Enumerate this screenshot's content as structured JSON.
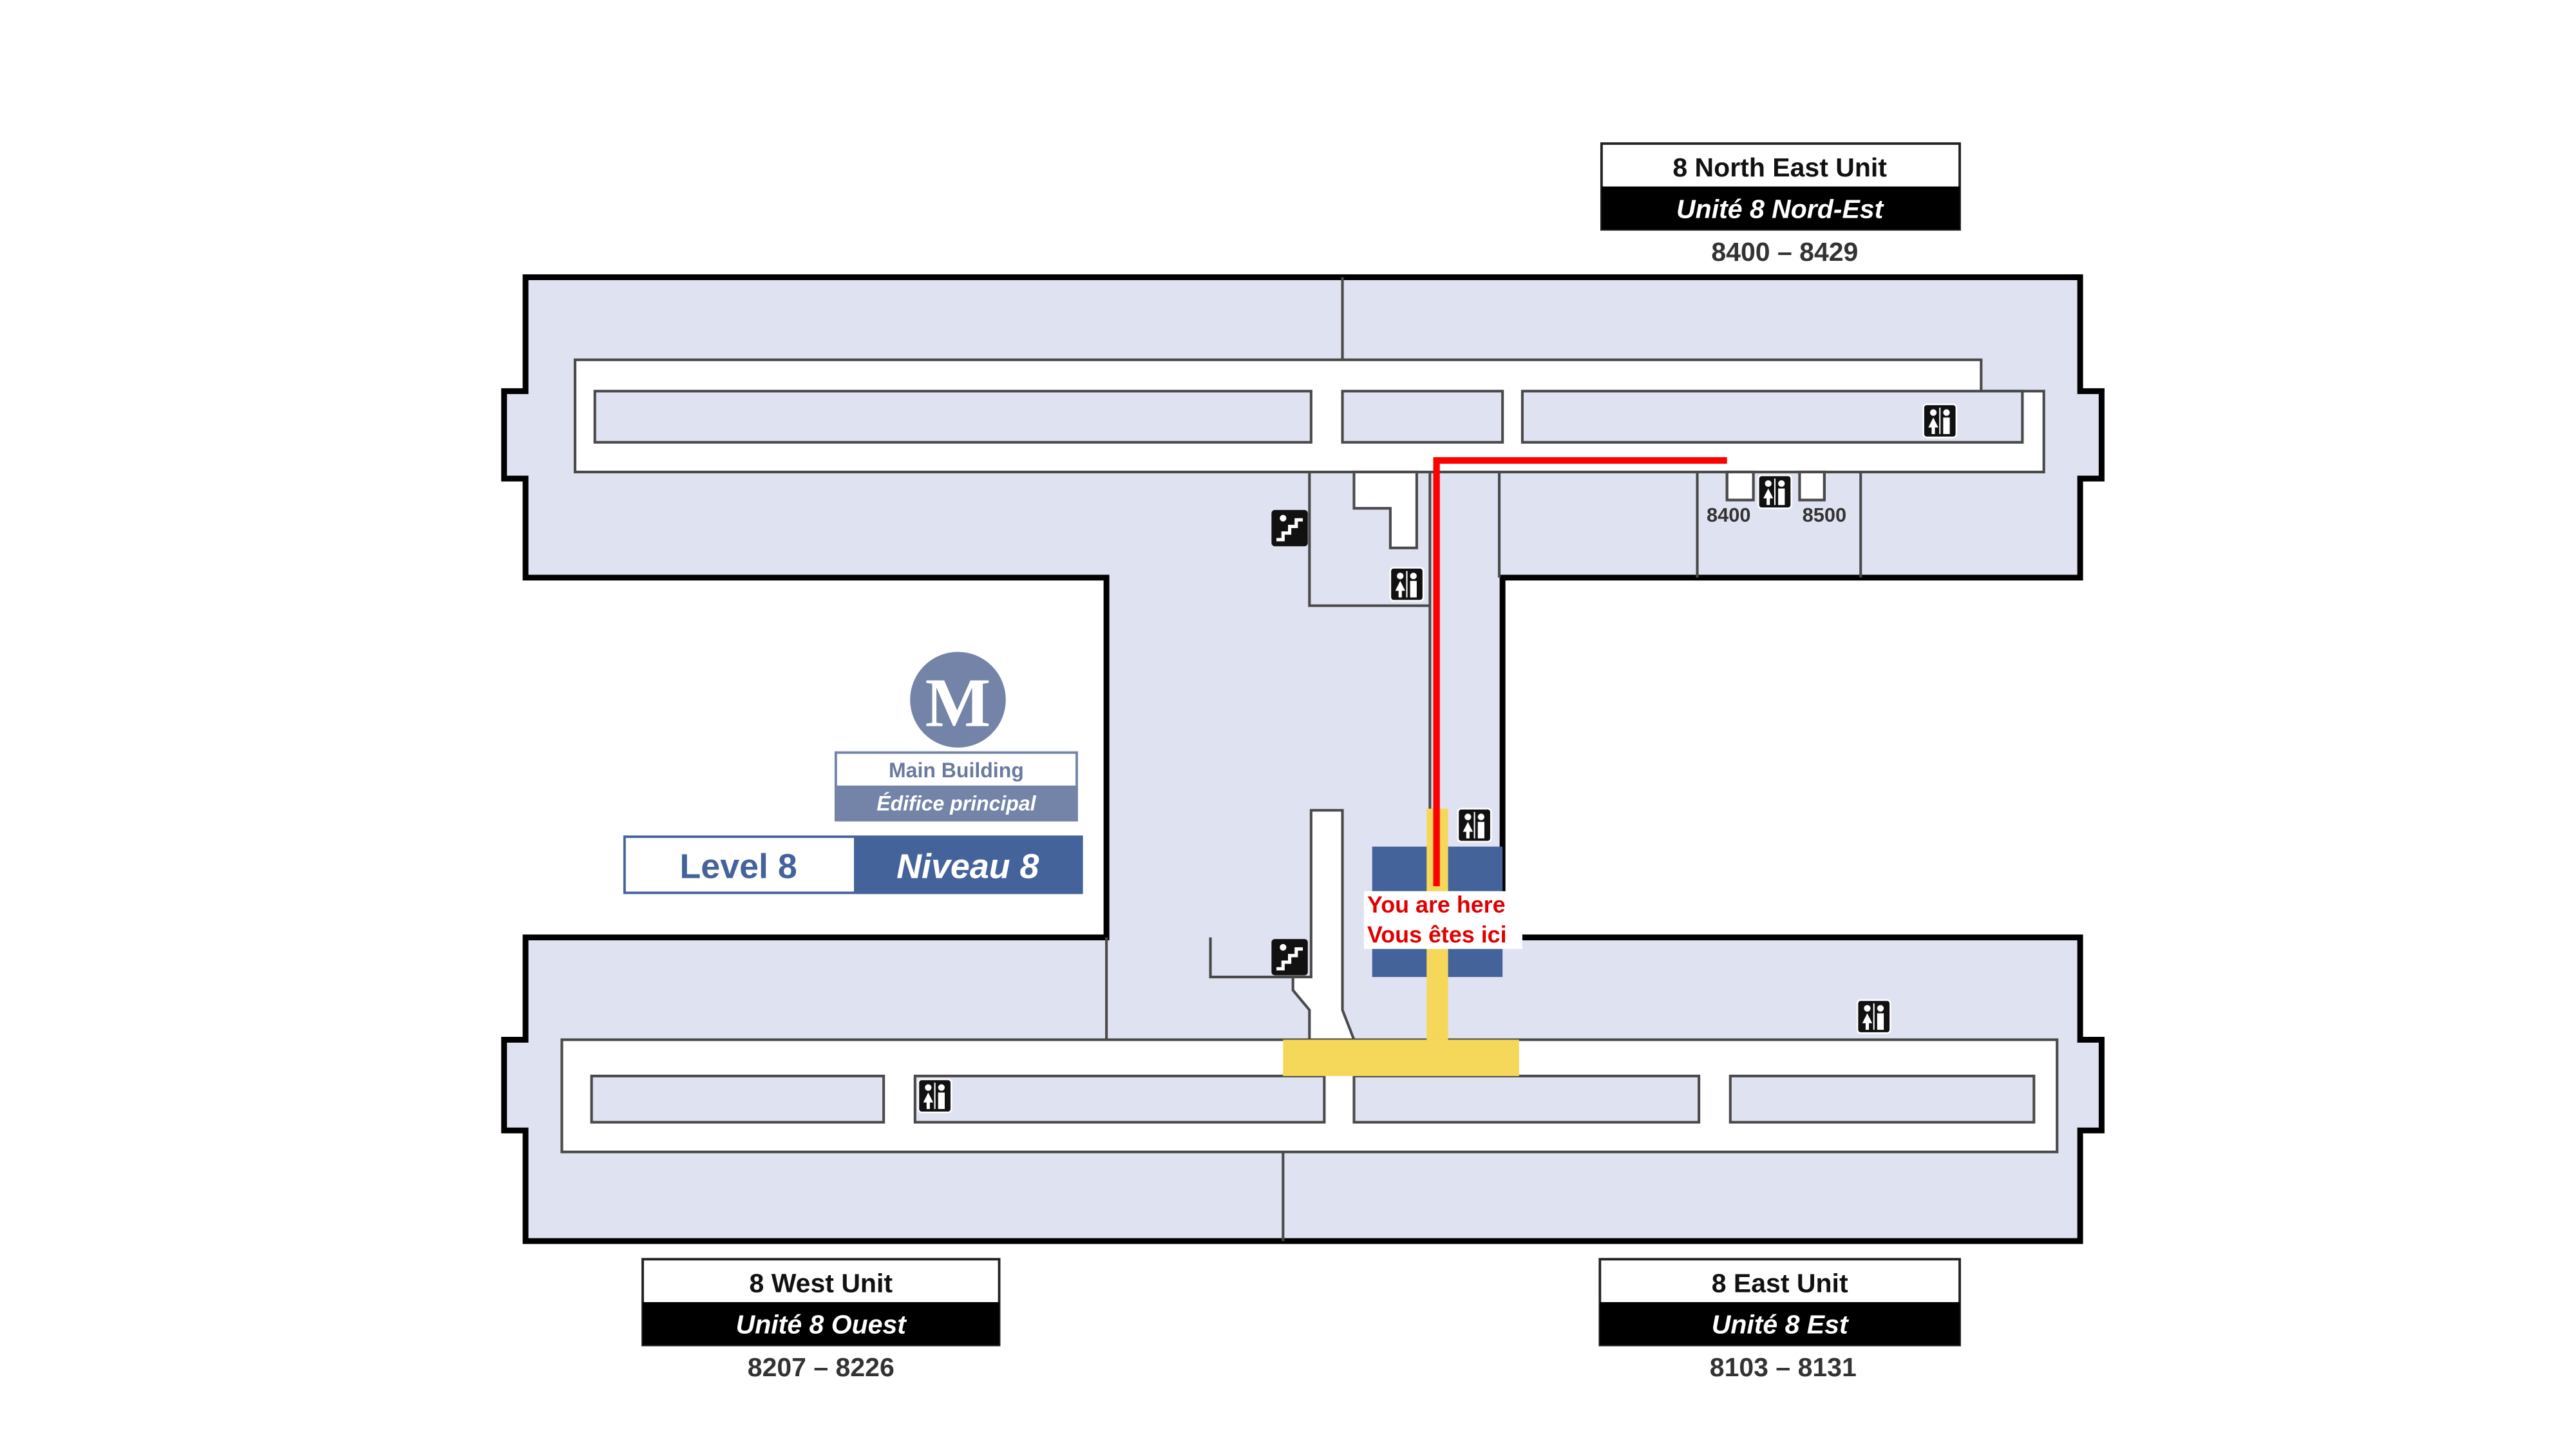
{
  "colors": {
    "floor": "#dfe2f1",
    "route": "#ff0000",
    "route_highlight": "#f5d85a",
    "elevator_block": "#44639a",
    "brand": "#44639a",
    "brand_light": "#7384a8"
  },
  "units": {
    "north_east": {
      "name_en": "8 North East Unit",
      "name_fr": "Unité 8 Nord-Est",
      "rooms": "8400 – 8429"
    },
    "west": {
      "name_en": "8 West Unit",
      "name_fr": "Unité 8 Ouest",
      "rooms": "8207 – 8226"
    },
    "east": {
      "name_en": "8 East Unit",
      "name_fr": "Unité 8 Est",
      "rooms": "8103 – 8131"
    }
  },
  "building": {
    "logo_letter": "M",
    "name_en": "Main Building",
    "name_fr": "Édifice principal",
    "level_en": "Level 8",
    "level_fr": "Niveau 8"
  },
  "you_are_here": {
    "en": "You are here",
    "fr": "Vous êtes ici"
  },
  "corridor_labels": {
    "left": "8400",
    "right": "8500"
  },
  "icons": [
    "restroom-icon",
    "stairs-icon"
  ]
}
